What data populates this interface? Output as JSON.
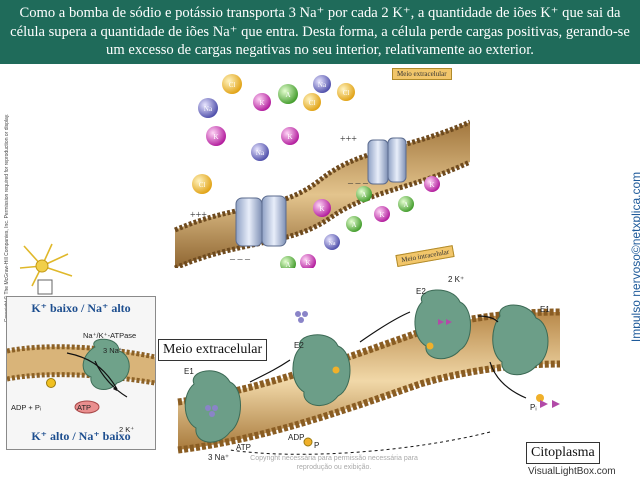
{
  "banner": {
    "text": "Como a bomba de sódio e potássio transporta 3 Na⁺ por cada 2 K⁺, a quantidade de iões K⁺ que sai da célula supera a quantidade de iões Na⁺ que entra. Desta forma, a célula perde cargas positivas, gerando-se um excesso de cargas negativas no seu interior, relativamente ao exterior.",
    "bg_color": "#1f6b5a"
  },
  "top_figure": {
    "label_outer": "Meio extracelular",
    "label_inner": "Meio intracelular",
    "charge_pos_1": "+++",
    "charge_pos_2": "+++",
    "charge_neg_1": "– – –",
    "charge_neg_2": "– – –"
  },
  "copyright_left": "Copyright © The McGraw-Hill Companies, Inc. Permission required for reproduction or display.",
  "side_credit": "Impulso nervoso©netxplica.com",
  "left_panel": {
    "top_title": "K⁺ baixo / Na⁺ alto",
    "bottom_title": "K⁺ alto / Na⁺ baixo",
    "pump_label": "Na⁺/K⁺-ATPase",
    "na_label": "3 Na⁺",
    "k_label": "2 K⁺",
    "adp_label": "ADP + Pᵢ",
    "atp_label": "ATP"
  },
  "bottom_figure": {
    "outside_label": "Meio extracelular",
    "inside_label": "Citoplasma",
    "e1": "E1",
    "e2": "E2",
    "e2b": "E2",
    "e1b": "E1",
    "k_label": "2 K⁺",
    "na_label": "3 Na⁺",
    "atp": "ATP",
    "adp": "ADP",
    "p": "P",
    "pi": "Pᵢ"
  },
  "watermark": "Copyright necessária para permissão necessária para reprodução ou exibição.",
  "visuallightbox": "VisualLightBox.com"
}
